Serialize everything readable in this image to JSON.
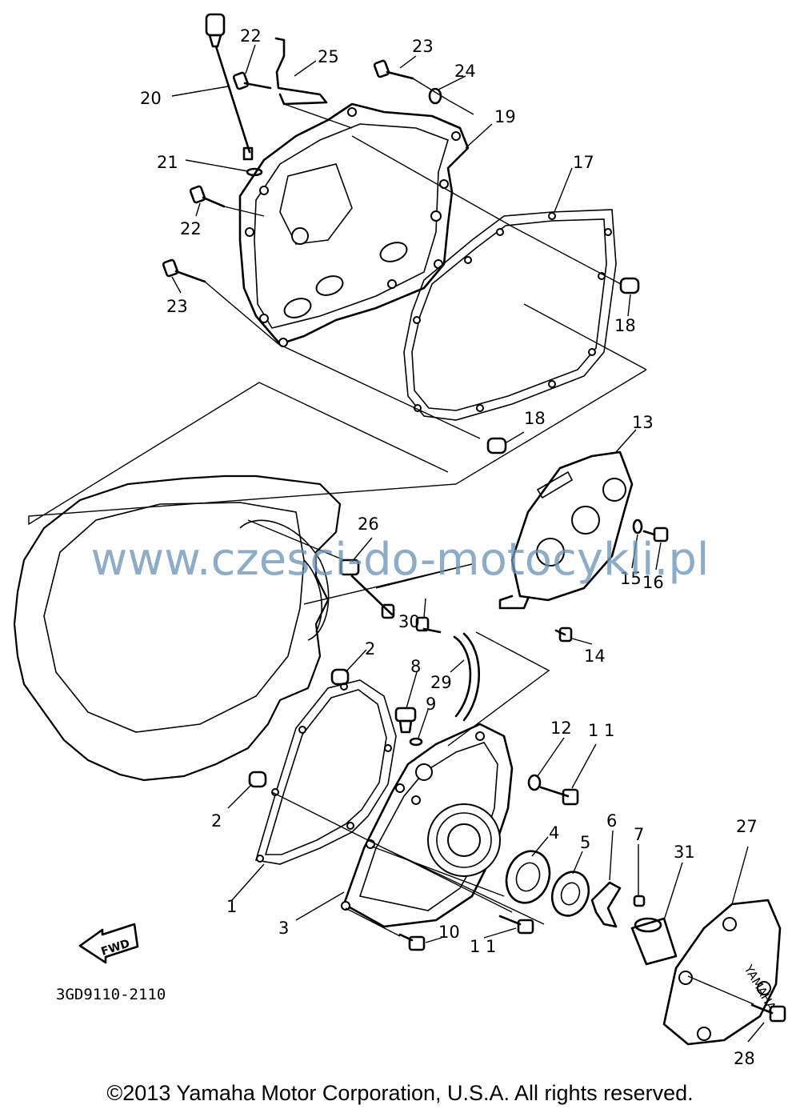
{
  "watermark": "www.czesci-do-motocykli.pl",
  "copyright": "©2013 Yamaha Motor Corporation, U.S.A. All rights reserved.",
  "figure_code": "3GD9110-2110",
  "fwd_label": "FWD",
  "cover_logo": "YAMAHA",
  "callouts": {
    "c1": "1",
    "c2a": "2",
    "c2b": "2",
    "c3": "3",
    "c4": "4",
    "c5": "5",
    "c6": "6",
    "c7": "7",
    "c8": "8",
    "c9": "9",
    "c10": "10",
    "c11a": "1 1",
    "c11b": "1 1",
    "c12": "12",
    "c13": "13",
    "c14": "14",
    "c15": "15",
    "c16": "16",
    "c17": "17",
    "c18a": "18",
    "c18b": "18",
    "c19": "19",
    "c20": "20",
    "c21": "21",
    "c22a": "22",
    "c22b": "22",
    "c23a": "23",
    "c23b": "23",
    "c24": "24",
    "c25": "25",
    "c26": "26",
    "c27": "27",
    "c28": "28",
    "c29": "29",
    "c30": "30",
    "c31": "31"
  }
}
